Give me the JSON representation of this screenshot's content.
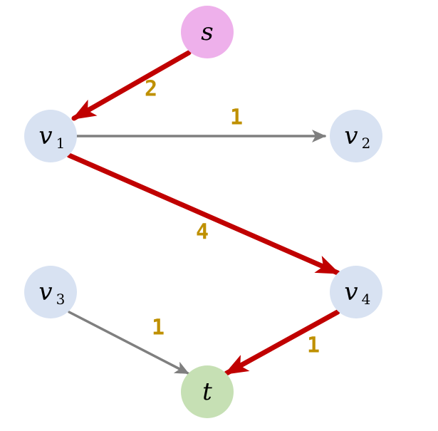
{
  "colors": {
    "source_fill": "#eeb0eb",
    "sink_fill": "#c6e0b4",
    "node_fill": "#d8e2f2",
    "highlight_edge": "#c00000",
    "normal_edge": "#7f7f7f",
    "weight_text": "#bf9000",
    "node_text": "#000000"
  },
  "nodes": [
    {
      "id": "s",
      "label": "s",
      "sub": "",
      "role": "source"
    },
    {
      "id": "v1",
      "label": "v",
      "sub": "1",
      "role": "normal"
    },
    {
      "id": "v2",
      "label": "v",
      "sub": "2",
      "role": "normal"
    },
    {
      "id": "v3",
      "label": "v",
      "sub": "3",
      "role": "normal"
    },
    {
      "id": "v4",
      "label": "v",
      "sub": "4",
      "role": "normal"
    },
    {
      "id": "t",
      "label": "t",
      "sub": "",
      "role": "sink"
    }
  ],
  "edges": [
    {
      "from": "s",
      "to": "v1",
      "weight": "2",
      "highlighted": true
    },
    {
      "from": "v1",
      "to": "v2",
      "weight": "1",
      "highlighted": false
    },
    {
      "from": "v1",
      "to": "v4",
      "weight": "4",
      "highlighted": true
    },
    {
      "from": "v4",
      "to": "t",
      "weight": "1",
      "highlighted": true
    },
    {
      "from": "v3",
      "to": "t",
      "weight": "1",
      "highlighted": false
    }
  ]
}
